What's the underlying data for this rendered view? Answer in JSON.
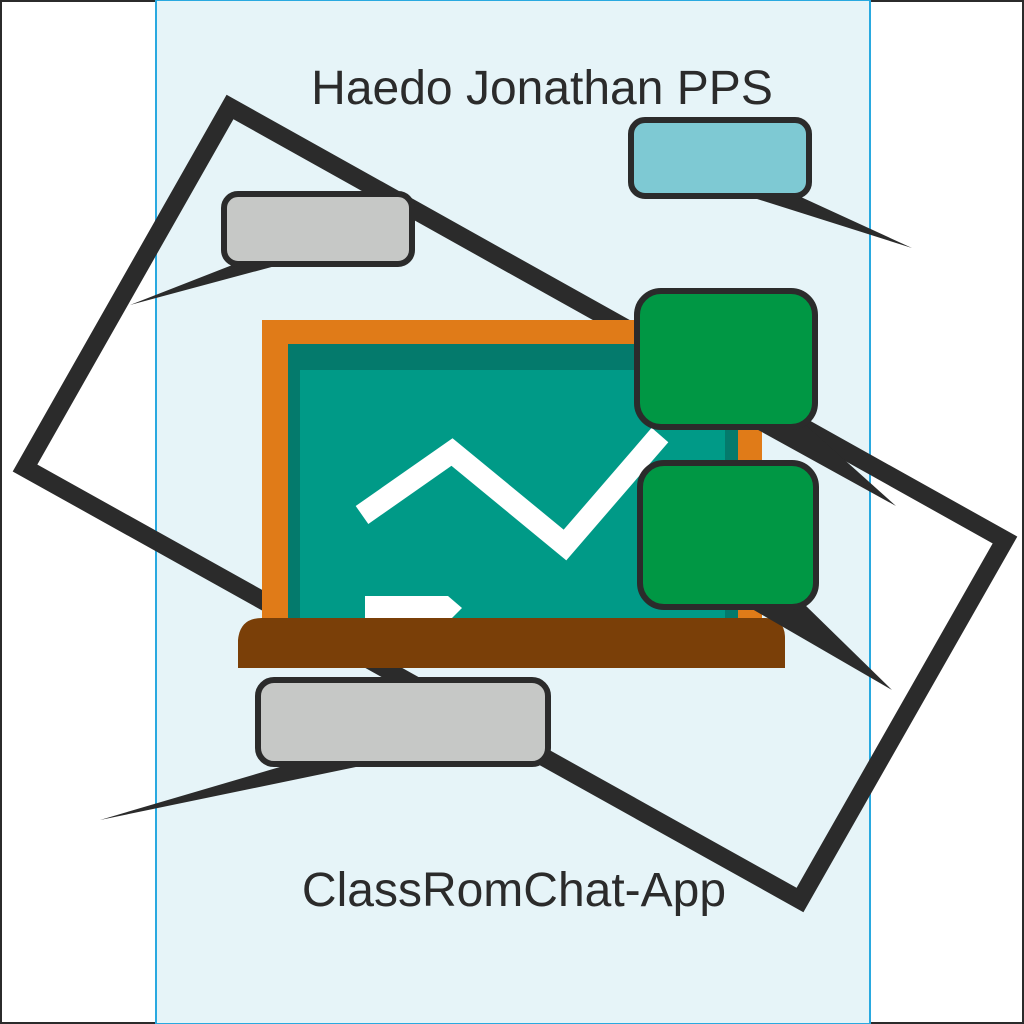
{
  "artwork": {
    "top_text": "Haedo Jonathan PPS",
    "bottom_text": "ClassRomChat-App"
  },
  "colors": {
    "panel_fill": "#e6f4f8",
    "panel_border": "#29a9e0",
    "outline": "#2b2b2b",
    "board_frame": "#e07b18",
    "board_surface": "#009a87",
    "board_shadow": "#047a6c",
    "tray": "#7a3f08",
    "chalk": "#ffffff",
    "bubble_gray": "#c6c8c6",
    "bubble_blue": "#7ec9d3",
    "bubble_green": "#009744"
  },
  "icons": [
    "tilted-frame",
    "chalkboard-icon",
    "speech-bubble-icon"
  ]
}
